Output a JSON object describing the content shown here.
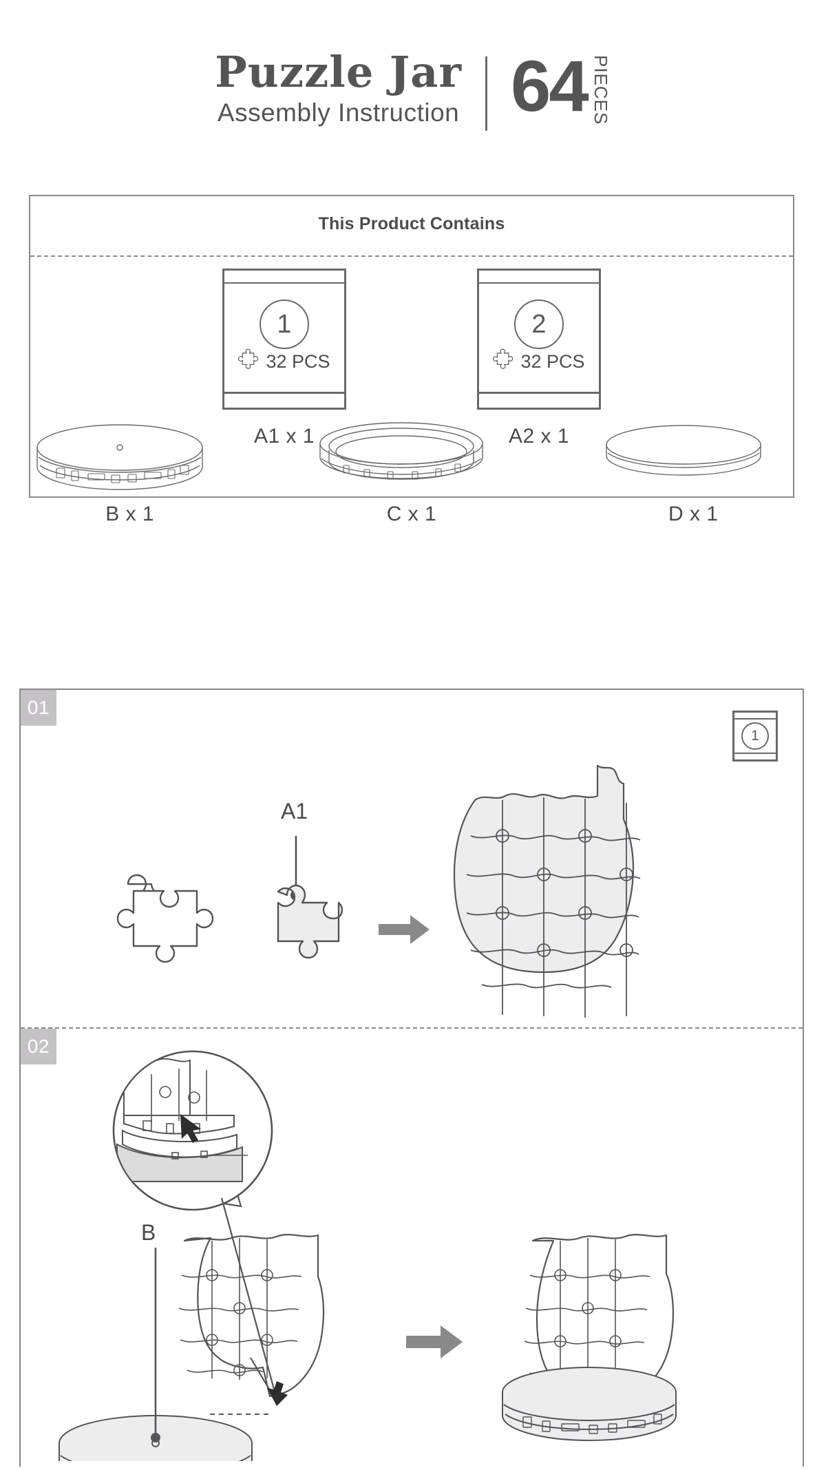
{
  "header": {
    "title": "Puzzle Jar",
    "subtitle": "Assembly Instruction",
    "piece_count": "64",
    "piece_word": "PIECES",
    "title_dot_icon": "puzzle-piece-icon",
    "divider_icon": "vertical-divider"
  },
  "contains": {
    "heading": "This Product Contains",
    "bags": [
      {
        "number": "1",
        "pcs": "32 PCS",
        "piece_icon": "puzzle-piece-icon",
        "label": "A1 x 1"
      },
      {
        "number": "2",
        "pcs": "32 PCS",
        "piece_icon": "puzzle-piece-icon",
        "label": "A2 x 1"
      }
    ],
    "parts": [
      {
        "label": "B x 1",
        "icon": "jar-base-icon"
      },
      {
        "label": "C x 1",
        "icon": "jar-ring-icon"
      },
      {
        "label": "D x 1",
        "icon": "jar-lid-icon"
      }
    ]
  },
  "steps": [
    {
      "badge": "01",
      "bag_badge_number": "1",
      "callout_label": "A1",
      "arrow_icon": "right-arrow-icon",
      "pieces_icon": "puzzle-strip-icon",
      "result_icon": "jar-body-icon"
    },
    {
      "badge": "02",
      "callout_label": "B",
      "arrow_icon": "right-arrow-icon",
      "magnifier_icon": "magnifier-detail-icon",
      "base_icon": "jar-base-icon",
      "result_icon": "jar-body-with-base-icon"
    }
  ],
  "colors": {
    "ink": "#565456",
    "line": "#6a686a",
    "badge_bg": "#c4c2c4",
    "fill_light": "#eeeeee",
    "arrow": "#8a888a"
  }
}
